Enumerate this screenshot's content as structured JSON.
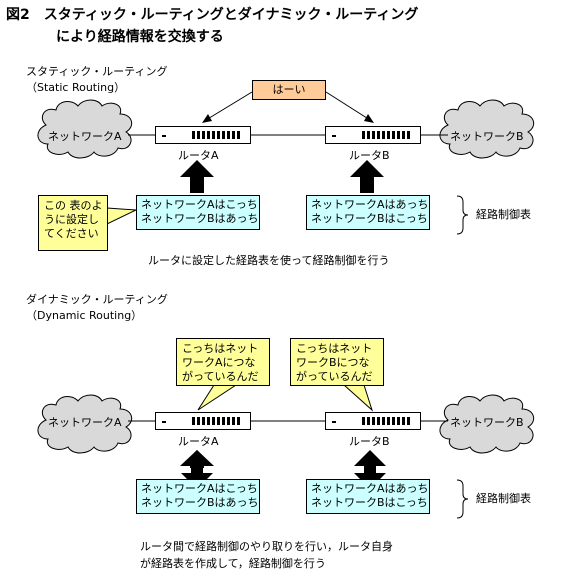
{
  "title": {
    "line1": "図2　スタティック・ルーティングとダイナミック・ルーティング",
    "line2": "により経路情報を交換する"
  },
  "static": {
    "heading": "スタティック・ルーティング",
    "heading_en": "（Static Routing）",
    "router_a": "ルータA",
    "router_b": "ルータB",
    "net_a": "ネットワークA",
    "net_b": "ネットワークB",
    "hai": "はーい",
    "callout": [
      "この 表のよ",
      "うに設定し",
      "てください"
    ],
    "table_a": [
      "ネットワークAはこっち",
      "ネットワークBはあっち"
    ],
    "table_b": [
      "ネットワークAはあっち",
      "ネットワークBはこっち"
    ],
    "table_label": "経路制御表",
    "caption": "ルータに設定した経路表を使って経路制御を行う"
  },
  "dynamic": {
    "heading": "ダイナミック・ルーティング",
    "heading_en": "（Dynamic Routing）",
    "router_a": "ルータA",
    "router_b": "ルータB",
    "net_a": "ネットワークA",
    "net_b": "ネットワークB",
    "bubble_a": [
      "こっちはネット",
      "ワークAにつな",
      "がっているんだ"
    ],
    "bubble_b": [
      "こっちはネット",
      "ワークBにつな",
      "がっているんだ"
    ],
    "table_a": [
      "ネットワークAはこっち",
      "ネットワークBはあっち"
    ],
    "table_b": [
      "ネットワークAはあっち",
      "ネットワークBはこっち"
    ],
    "table_label": "経路制御表",
    "caption": [
      "ルータ間で経路制御のやり取りを行い，ルータ自身",
      "が経路表を作成して，経路制御を行う"
    ]
  },
  "colors": {
    "cloud": "#d9d9d9",
    "table": "#ccffff",
    "callout": "#ffff99",
    "hai": "#ffcc99"
  }
}
